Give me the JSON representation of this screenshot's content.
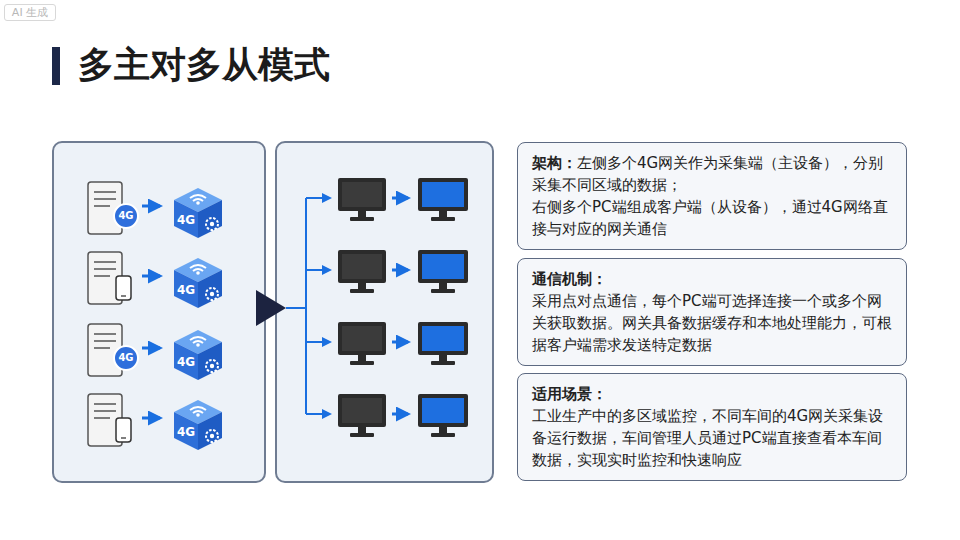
{
  "diagram": {
    "title": "多主对多从模式",
    "nodes": [
      {
        "text": [
          "4G"
        ]
      },
      {
        "text": [
          "4G"
        ]
      },
      {
        "text": [
          "4G"
        ]
      },
      {
        "text": [
          "4G"
        ]
      },
      {
        "text": [
          "架构：",
          "左侧多个4G网关作为采集端（主设备），分别采集不同区域的数据；",
          "右侧多个PC端组成客户端（从设备），通过4G网络直接与对应的网关通信"
        ]
      },
      {
        "text": [
          "通信机制：",
          "采用点对点通信，每个PC端可选择连接一个或多个网关获取数据。网关具备数据缓存和本地处理能力，可根据客户端需求发送特定数据"
        ]
      },
      {
        "text": [
          "适用场景：",
          "工业生产中的多区域监控，不同车间的4G网关采集设备运行数据，车间管理人员通过PC端直接查看本车间数据，实现实时监控和快速响应"
        ]
      }
    ],
    "labels": [
      "4G",
      "4G",
      "AI 生成"
    ]
  }
}
